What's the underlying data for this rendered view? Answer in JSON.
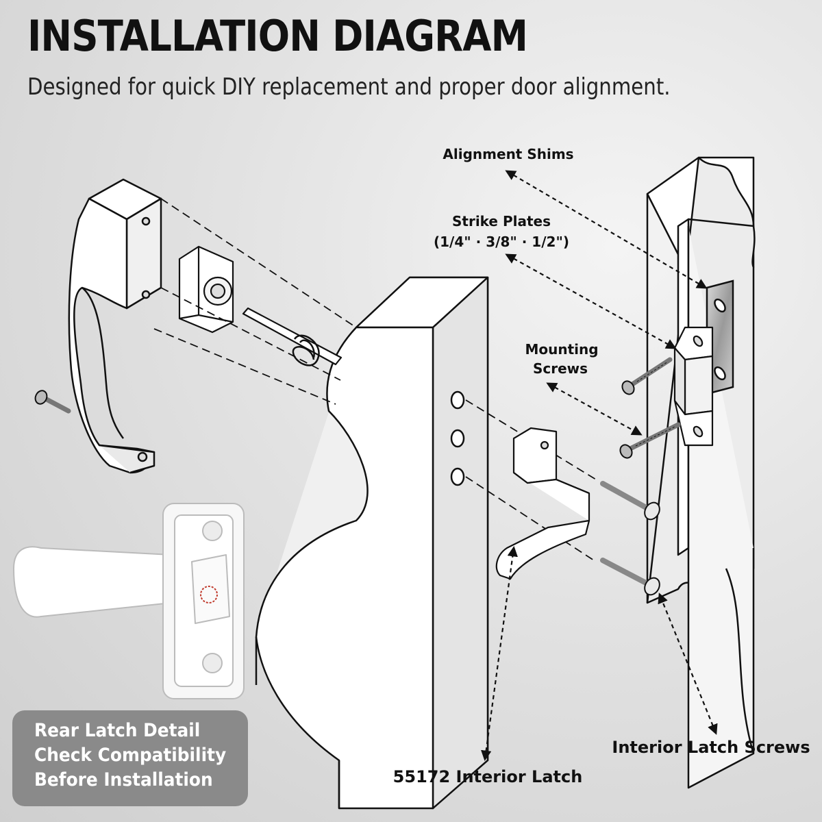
{
  "header": {
    "title": "INSTALLATION DIAGRAM",
    "subtitle": "Designed for quick DIY replacement and proper door alignment."
  },
  "labels": {
    "alignment_shims": "Alignment Shims",
    "strike_plates": "Strike Plates",
    "strike_plates_sizes": "(1/4\" · 3/8\" · 1/2\")",
    "mounting_screws_1": "Mounting",
    "mounting_screws_2": "Screws",
    "interior_latch": "55172 Interior Latch",
    "interior_latch_screws": "Interior Latch Screws"
  },
  "callout": {
    "line1": "Rear Latch Detail",
    "line2": "Check Compatibility",
    "line3": "Before Installation"
  },
  "colors": {
    "part_white": "#ffffff",
    "outline": "#111111",
    "callout_bg": "#8a8a8a",
    "accent_red": "#c0392b"
  }
}
